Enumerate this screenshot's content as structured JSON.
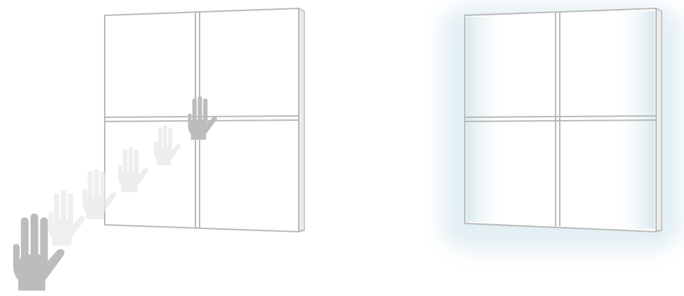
{
  "colors": {
    "background": "#ffffff",
    "panel_outline": "#b9b9b9",
    "panel_fill": "#ffffff",
    "panel_side": "#e6e6e6",
    "hand_solid": "#bdbdbd",
    "hand_trail": "#e6e6e6",
    "glow": "#d7e8ee"
  },
  "scenes": [
    {
      "name": "gesture-approach",
      "icons": [
        "hand-icon",
        "hand-trail-icon"
      ]
    },
    {
      "name": "panel-illuminated",
      "icons": [
        "glow-effect"
      ]
    }
  ]
}
